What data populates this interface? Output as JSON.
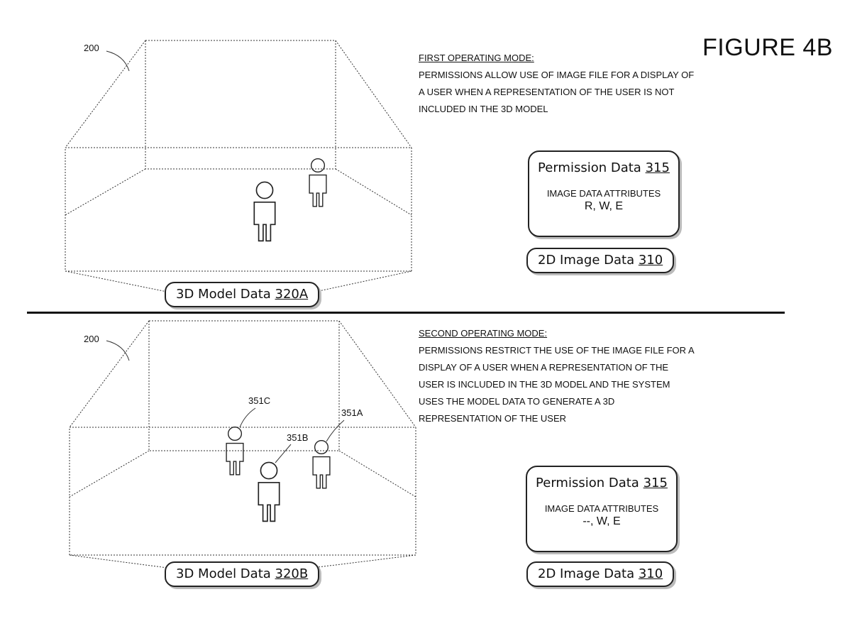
{
  "figure_title": "FIGURE 4B",
  "top": {
    "ref_label": "200",
    "mode_heading": "First Operating Mode:",
    "mode_lines": [
      "permissions allow use of image file for a display of",
      "a user when a representation of the user is not",
      "included in the 3D model"
    ],
    "permission_box": {
      "title": "Permission Data",
      "title_ref": "315",
      "attributes_label": "Image Data Attributes",
      "attributes_values": "R, W, E"
    },
    "image_data": {
      "label": "2D Image Data",
      "ref": "310"
    },
    "model_data": {
      "label": "3D Model Data",
      "ref": "320A"
    }
  },
  "bottom": {
    "ref_label": "200",
    "mode_heading": "Second Operating Mode:",
    "mode_lines": [
      "permissions restrict the use of the image file for a",
      "display of a user when a representation of the",
      "user is included in the 3D model and the system",
      "uses the model data to generate a 3D",
      "representation of the user"
    ],
    "user_labels": {
      "c": "351C",
      "b": "351B",
      "a": "351A"
    },
    "permission_box": {
      "title": "Permission Data",
      "title_ref": "315",
      "attributes_label": "Image Data Attributes",
      "attributes_values": "--, W, E"
    },
    "image_data": {
      "label": "2D Image Data",
      "ref": "310"
    },
    "model_data": {
      "label": "3D Model Data",
      "ref": "320B"
    }
  }
}
